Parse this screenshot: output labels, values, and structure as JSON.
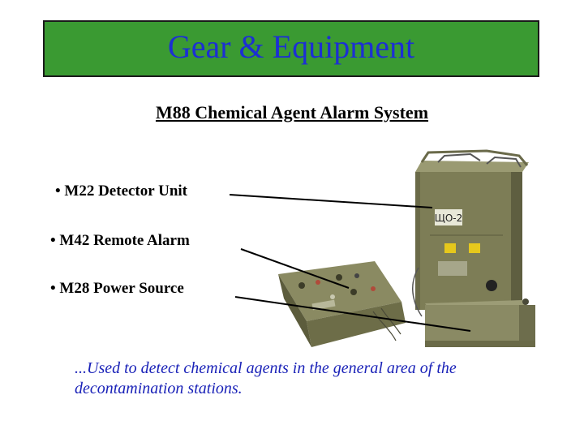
{
  "slide": {
    "title": "Gear & Equipment",
    "subtitle": "M88 Chemical Agent Alarm System",
    "bullets": [
      {
        "marker": "•",
        "text": "M22 Detector Unit"
      },
      {
        "marker": "•",
        "text": "M42 Remote Alarm"
      },
      {
        "marker": "•",
        "text": "M28 Power Source"
      }
    ],
    "caption": "...Used to detect chemical agents in the general area of the decontamination stations.",
    "colors": {
      "title_background": "#3a9a32",
      "title_text": "#1c2fd4",
      "caption_text": "#1a22b8"
    },
    "image": {
      "description_icon": "equipment-photo",
      "label_on_unit": "ЩО-2"
    }
  }
}
